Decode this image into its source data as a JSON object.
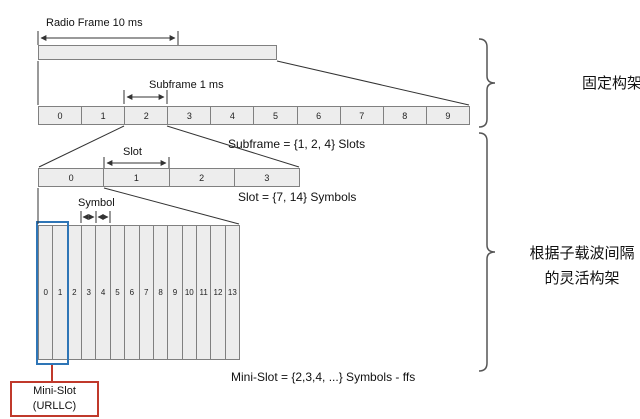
{
  "labels": {
    "radio_frame": "Radio Frame 10 ms",
    "subframe_arrow": "Subframe 1 ms",
    "subframe_equation": "Subframe = {1, 2, 4} Slots",
    "slot_arrow": "Slot",
    "slot_equation": "Slot = {7, 14} Symbols",
    "symbol_arrow": "Symbol",
    "mini_slot_equation": "Mini-Slot = {2,3,4, ...} Symbols - ffs",
    "fixed_frame": "固定构架",
    "flexible_frame": [
      "根据子载波间隔",
      "的灵活构架"
    ],
    "mini_slot_box": [
      "Mini-Slot",
      "(URLLC)"
    ]
  },
  "frame_structure": {
    "subframes": [
      "0",
      "1",
      "2",
      "3",
      "4",
      "5",
      "6",
      "7",
      "8",
      "9"
    ],
    "slots": [
      "0",
      "1",
      "2",
      "3"
    ],
    "symbols": [
      "0",
      "1",
      "2",
      "3",
      "4",
      "5",
      "6",
      "7",
      "8",
      "9",
      "10",
      "11",
      "12",
      "13"
    ],
    "mini_slot_symbols": [
      "0",
      "1"
    ]
  },
  "colors": {
    "cell_fill": "#ededed",
    "cell_border": "#808080",
    "line": "#333333",
    "brace": "#555555",
    "mini_slot_highlight": "#2e75b6",
    "mini_slot_red": "#c0392b"
  }
}
